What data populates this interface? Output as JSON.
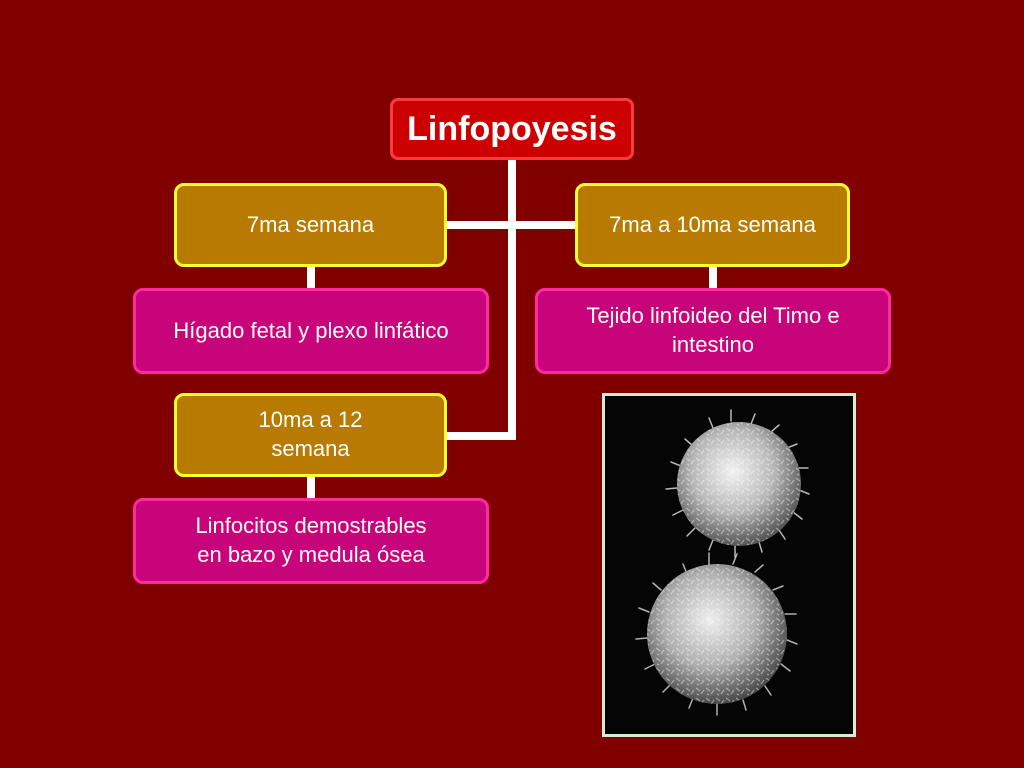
{
  "diagram": {
    "root": {
      "label": "Linfopoyesis"
    },
    "left_branch": [
      {
        "stage": "7ma semana",
        "detail": "Hígado fetal y plexo linfático"
      },
      {
        "stage": "10ma a 12\nsemana",
        "detail": "Linfocitos demostrables\nen bazo y medula ósea"
      }
    ],
    "right_branch": [
      {
        "stage": "7ma a 10ma semana",
        "detail": "Tejido linfoideo del Timo e\nintestino"
      }
    ]
  },
  "image": {
    "icon": "lymphocyte-micrograph"
  },
  "colors": {
    "background": "#800000",
    "root_fill": "#cc0000",
    "stage_fill": "#b87a00",
    "stage_border": "#ffff33",
    "detail_fill": "#c8047a",
    "detail_border": "#ff2aa0",
    "connector": "#ffffff"
  }
}
